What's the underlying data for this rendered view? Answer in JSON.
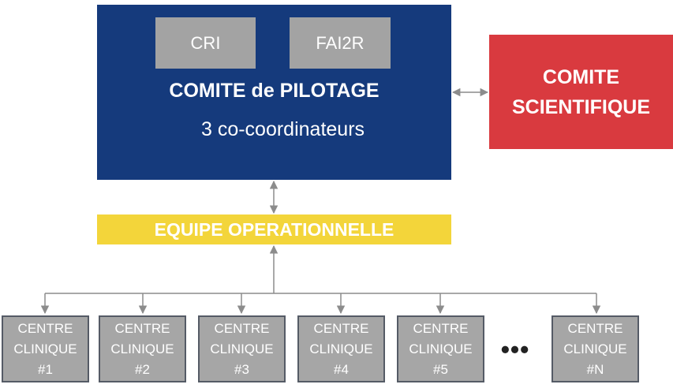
{
  "comite_pilotage": {
    "badges": [
      "CRI",
      "FAI2R"
    ],
    "title": "COMITE de PILOTAGE",
    "subtitle": "3 co-coordinateurs",
    "color": "#153a7c"
  },
  "comite_scientifique": {
    "line1": "COMITE",
    "line2": "SCIENTIFIQUE",
    "color": "#d93a3f"
  },
  "equipe_operationnelle": {
    "label": "EQUIPE OPERATIONNELLE",
    "color": "#f3d53a"
  },
  "centres": [
    {
      "line1": "CENTRE",
      "line2": "CLINIQUE",
      "line3": "#1"
    },
    {
      "line1": "CENTRE",
      "line2": "CLINIQUE",
      "line3": "#2"
    },
    {
      "line1": "CENTRE",
      "line2": "CLINIQUE",
      "line3": "#3"
    },
    {
      "line1": "CENTRE",
      "line2": "CLINIQUE",
      "line3": "#4"
    },
    {
      "line1": "CENTRE",
      "line2": "CLINIQUE",
      "line3": "#5"
    },
    {
      "line1": "CENTRE",
      "line2": "CLINIQUE",
      "line3": "#N"
    }
  ],
  "ellipsis": "•••",
  "centre_color": "#a6a6a6"
}
